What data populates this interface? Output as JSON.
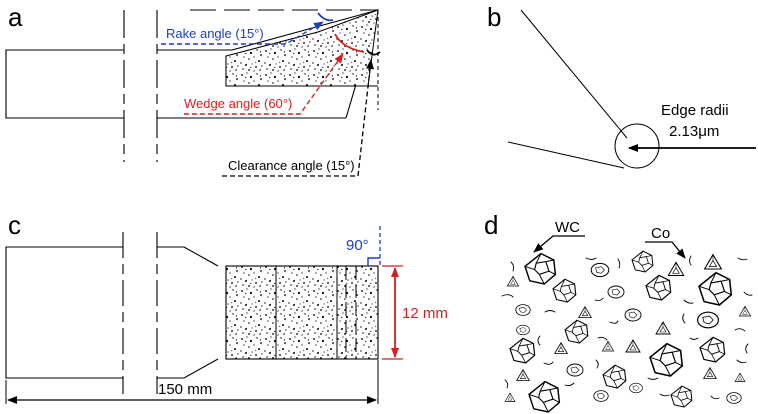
{
  "panels": {
    "a": {
      "letter": "a",
      "rake_label": "Rake angle (15°)",
      "wedge_label": "Wedge angle (60°)",
      "clearance_label": "Clearance angle (15°)"
    },
    "b": {
      "letter": "b",
      "edge_label_line1": "Edge radii",
      "edge_label_line2": "2.13μm"
    },
    "c": {
      "letter": "c",
      "angle_label": "90°",
      "height_label": "12 mm",
      "length_label": "150 mm"
    },
    "d": {
      "letter": "d",
      "wc_label": "WC",
      "co_label": "Co"
    }
  },
  "colors": {
    "line": "#000000",
    "rake": "#1f3fb5",
    "wedge": "#d42020",
    "dimension": "#d42020",
    "right_angle": "#1f3fb5"
  }
}
